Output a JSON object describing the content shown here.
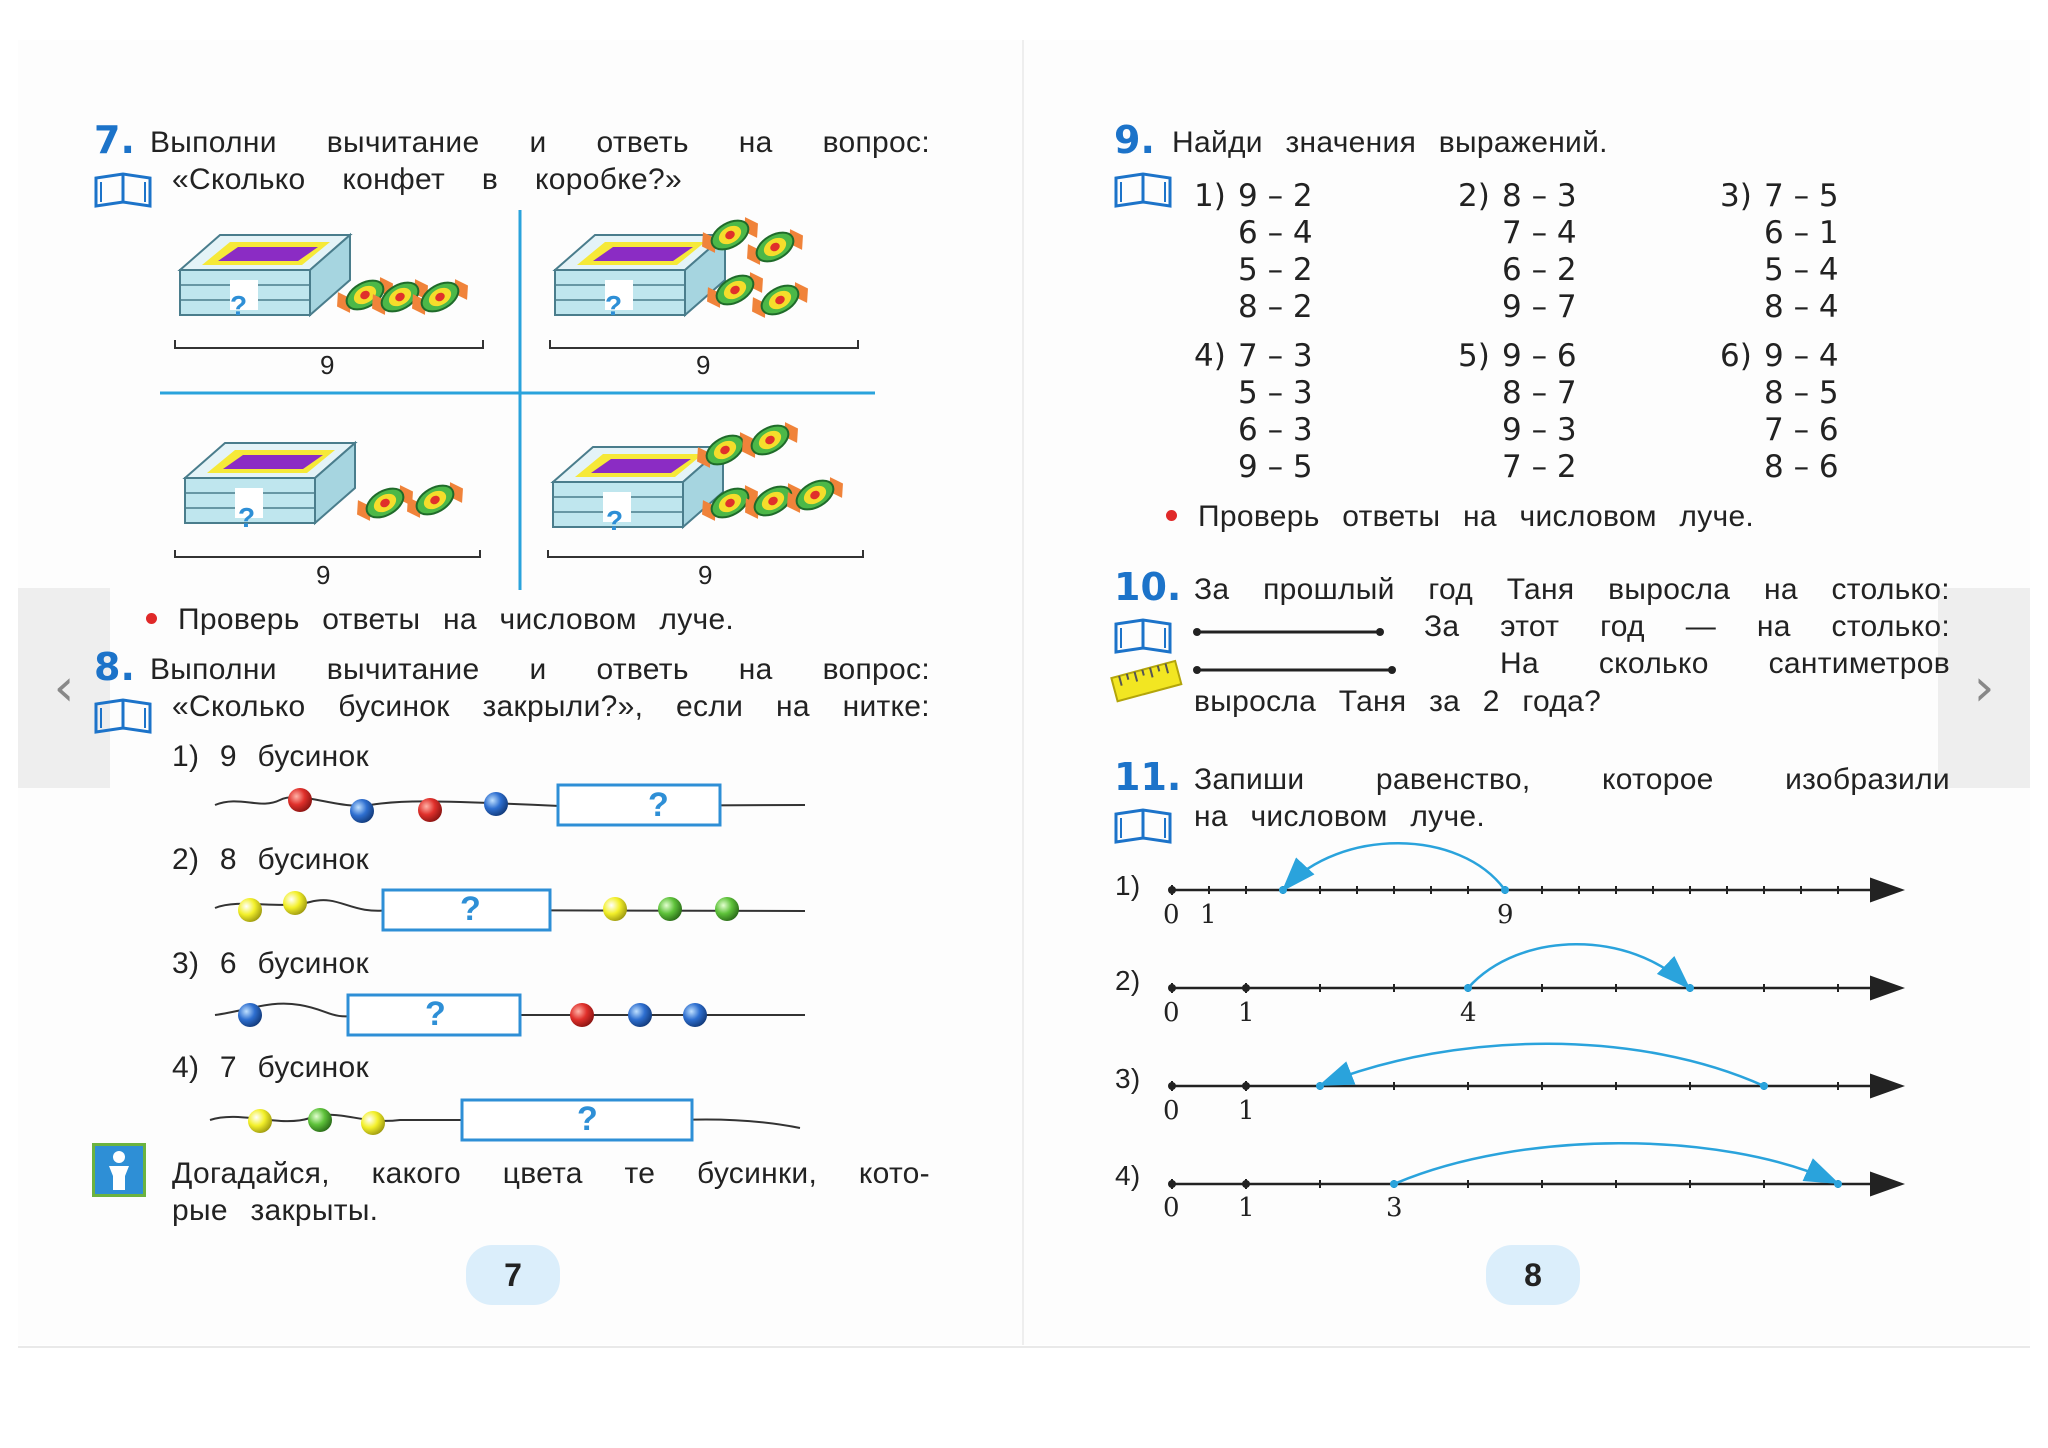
{
  "nav": {
    "prev_icon": "chevron-left-icon",
    "next_icon": "chevron-right-icon"
  },
  "left_page": {
    "page_number": "7",
    "task7": {
      "number": "7.",
      "line1": [
        "Выполни",
        "вычитание",
        "и",
        "ответь",
        "на",
        "вопрос:"
      ],
      "line2": [
        "«Сколько",
        "конфет",
        "в",
        "коробке?»"
      ],
      "box_mark": "?",
      "totals": [
        "9",
        "9",
        "9",
        "9"
      ],
      "check_note": "Проверь ответы на числовом луче."
    },
    "task8": {
      "number": "8.",
      "line1": [
        "Выполни",
        "вычитание",
        "и",
        "ответь",
        "на",
        "вопрос:"
      ],
      "line2": [
        "«Сколько",
        "бусинок",
        "закрыли?»,",
        "если",
        "на",
        "нитке:"
      ],
      "items": [
        "1) 9 бусинок",
        "2) 8 бусинок",
        "3) 6 бусинок",
        "4) 7 бусинок"
      ],
      "hidden_mark": "?",
      "hint_line1": [
        "Догадайся,",
        "какого",
        "цвета",
        "те",
        "бусинки,",
        "кото-"
      ],
      "hint_line2": "рые закрыты."
    }
  },
  "right_page": {
    "page_number": "8",
    "task9": {
      "number": "9.",
      "title": "Найди значения выражений.",
      "columns": [
        {
          "label": "1)",
          "rows": [
            "9 – 2",
            "6 – 4",
            "5 – 2",
            "8 – 2"
          ]
        },
        {
          "label": "2)",
          "rows": [
            "8 – 3",
            "7 – 4",
            "6 – 2",
            "9 – 7"
          ]
        },
        {
          "label": "3)",
          "rows": [
            "7 – 5",
            "6 – 1",
            "5 – 4",
            "8 – 4"
          ]
        },
        {
          "label": "4)",
          "rows": [
            "7 – 3",
            "5 – 3",
            "6 – 3",
            "9 – 5"
          ]
        },
        {
          "label": "5)",
          "rows": [
            "9 – 6",
            "8 – 7",
            "9 – 3",
            "7 – 2"
          ]
        },
        {
          "label": "6)",
          "rows": [
            "9 – 4",
            "8 – 5",
            "7 – 6",
            "8 – 6"
          ]
        }
      ],
      "check_note": "Проверь ответы на числовом луче."
    },
    "task10": {
      "number": "10.",
      "line1": [
        "За",
        "прошлый",
        "год",
        "Таня",
        "выросла",
        "на",
        "столько:"
      ],
      "line2": [
        "За",
        "этот",
        "год",
        "—",
        "на",
        "столько:"
      ],
      "line3": [
        "На",
        "сколько",
        "сантиметров"
      ],
      "line4": "выросла Таня за 2 года?"
    },
    "task11": {
      "number": "11.",
      "line1": [
        "Запиши",
        "равенство,",
        "которое",
        "изобразили"
      ],
      "line2": "на числовом луче.",
      "rays": [
        {
          "label": "1)",
          "ticks": [
            "0",
            "1",
            "9"
          ]
        },
        {
          "label": "2)",
          "ticks": [
            "0",
            "1",
            "4"
          ]
        },
        {
          "label": "3)",
          "ticks": [
            "0",
            "1"
          ]
        },
        {
          "label": "4)",
          "ticks": [
            "0",
            "1",
            "3"
          ]
        }
      ]
    }
  },
  "colors": {
    "accent_blue": "#1c73c9",
    "line_blue": "#2aa3dc",
    "bullet_red": "#e02929",
    "page_badge": "#dbeefb"
  }
}
